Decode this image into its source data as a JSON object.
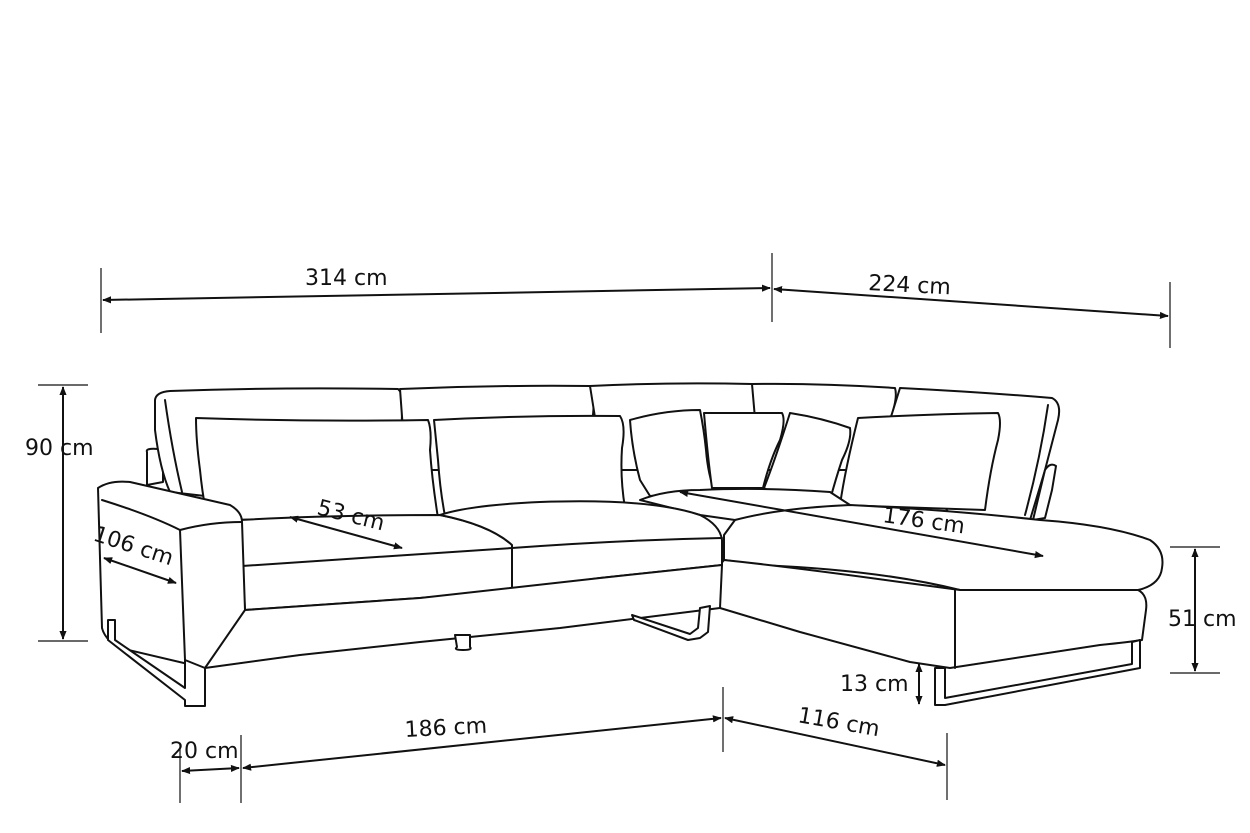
{
  "dimensions": {
    "total_width": "314 cm",
    "chaise_width": "224 cm",
    "height": "90 cm",
    "depth": "106 cm",
    "seat_depth": "53 cm",
    "chaise_length": "176 cm",
    "chaise_height": "51 cm",
    "leg_height": "13 cm",
    "armrest_width": "20 cm",
    "main_width": "186 cm",
    "chaise_depth": "116 cm"
  },
  "colors": {
    "stroke": "#111111",
    "background": "#ffffff"
  }
}
